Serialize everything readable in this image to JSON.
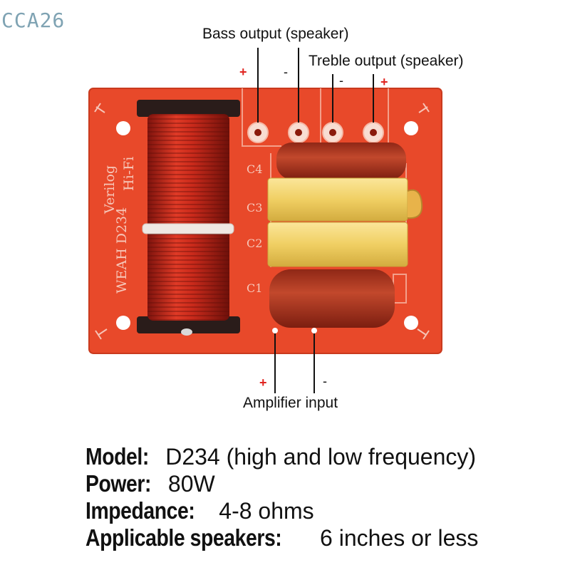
{
  "watermark": "CCA26",
  "callouts": {
    "bass_output": "Bass output (speaker)",
    "treble_output": "Treble output (speaker)",
    "amplifier_input": "Amplifier input"
  },
  "polarity": {
    "plus": "+",
    "minus": "-"
  },
  "board": {
    "brand": "Verilog",
    "hifi": "Hi-Fi",
    "model_mark": "WEAH D234",
    "capacitor_labels": [
      "C1",
      "C2",
      "C3",
      "C4"
    ],
    "colors": {
      "pcb": "#ea4a2a",
      "coil": "#c4271a",
      "capacitor_red": "#b33a22",
      "capacitor_yellow": "#f0d06a"
    }
  },
  "specs": [
    {
      "key": "Model:",
      "value": " D234 (high and low frequency)"
    },
    {
      "key": "Power:",
      "value": " 80W"
    },
    {
      "key": "Impedance:",
      "value": " 4-8 ohms"
    },
    {
      "key": "Applicable speakers:",
      "value": " 6 inches or less"
    }
  ]
}
